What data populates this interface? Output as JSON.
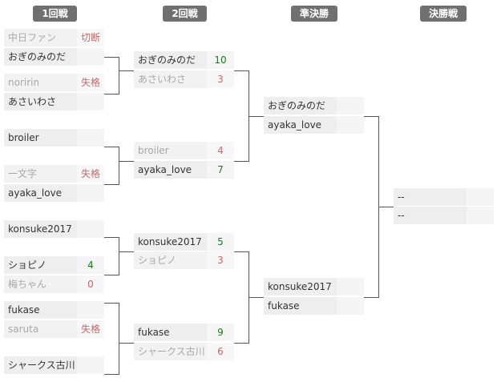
{
  "rounds": [
    "1回戦",
    "2回戦",
    "準決勝",
    "決勝戦"
  ],
  "round1": [
    {
      "name": "中日ファン",
      "score": "切断",
      "result": "lose"
    },
    {
      "name": "おぎのみのだ",
      "score": "",
      "result": "win"
    },
    {
      "name": "noririn",
      "score": "失格",
      "result": "lose"
    },
    {
      "name": "あさいわさ",
      "score": "",
      "result": "win"
    },
    {
      "name": "broiler",
      "score": "",
      "result": "win"
    },
    {
      "name": "一文字",
      "score": "失格",
      "result": "lose"
    },
    {
      "name": "ayaka_love",
      "score": "",
      "result": "win"
    },
    {
      "name": "konsuke2017",
      "score": "",
      "result": "win"
    },
    {
      "name": "ショピノ",
      "score": "4",
      "result": "win"
    },
    {
      "name": "梅ちゃん",
      "score": "0",
      "result": "lose"
    },
    {
      "name": "fukase",
      "score": "",
      "result": "win"
    },
    {
      "name": "saruta",
      "score": "失格",
      "result": "lose"
    },
    {
      "name": "シャークス古川",
      "score": "",
      "result": "win"
    }
  ],
  "round2": [
    {
      "name": "おぎのみのだ",
      "score": "10",
      "result": "win"
    },
    {
      "name": "あさいわさ",
      "score": "3",
      "result": "lose"
    },
    {
      "name": "broiler",
      "score": "4",
      "result": "lose"
    },
    {
      "name": "ayaka_love",
      "score": "7",
      "result": "win"
    },
    {
      "name": "konsuke2017",
      "score": "5",
      "result": "win"
    },
    {
      "name": "ショピノ",
      "score": "3",
      "result": "lose"
    },
    {
      "name": "fukase",
      "score": "9",
      "result": "win"
    },
    {
      "name": "シャークス古川",
      "score": "6",
      "result": "lose"
    }
  ],
  "semifinal": [
    {
      "name": "おぎのみのだ",
      "score": "",
      "result": "win"
    },
    {
      "name": "ayaka_love",
      "score": "",
      "result": "win"
    },
    {
      "name": "konsuke2017",
      "score": "",
      "result": "win"
    },
    {
      "name": "fukase",
      "score": "",
      "result": "win"
    }
  ],
  "final": [
    {
      "name": "--",
      "score": "",
      "result": ""
    },
    {
      "name": "--",
      "score": "",
      "result": ""
    }
  ]
}
